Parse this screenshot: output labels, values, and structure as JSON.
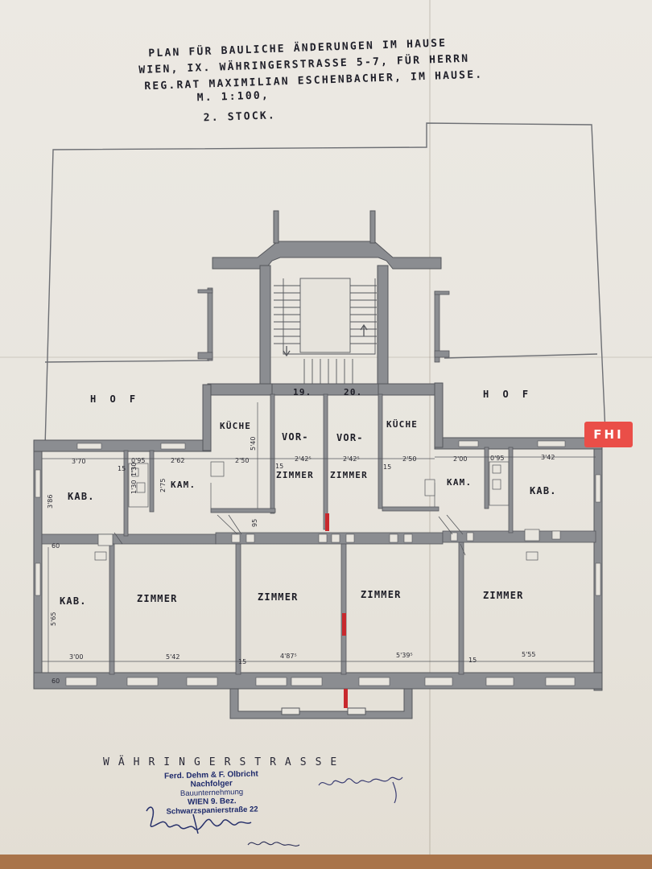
{
  "title": {
    "line1": "PLAN FÜR BAULICHE ÄNDERUNGEN IM HAUSE",
    "line2": "WIEN, IX. WÄHRINGERSTRASSE 5-7, FÜR HERRN",
    "line3": "REG.RAT MAXIMILIAN ESCHENBACHER, IM HAUSE.",
    "line4": "M. 1:100,",
    "line5": "2. STOCK."
  },
  "courtyard_labels": {
    "left": "H O F",
    "right": "H O F"
  },
  "apartment_numbers": {
    "left": "19.",
    "right": "20."
  },
  "rooms": {
    "kuche_left": "KÜCHE",
    "vorzimmer_left_a": "VOR-",
    "vorzimmer_left_b": "ZIMMER",
    "vorzimmer_right_a": "VOR-",
    "vorzimmer_right_b": "ZIMMER",
    "kuche_right": "KÜCHE",
    "kab_top_left": "KAB.",
    "kam_left": "KAM.",
    "kam_right": "KAM.",
    "kab_top_right": "KAB.",
    "kab_bottom_left": "KAB.",
    "zimmer_1": "ZIMMER",
    "zimmer_2": "ZIMMER",
    "zimmer_3": "ZIMMER",
    "zimmer_4": "ZIMMER"
  },
  "dimensions": {
    "d1": "3'70",
    "d2": "0'95",
    "d3": "2'62",
    "d4": "2'50",
    "d5": "2'42⁵",
    "d6": "2'42⁵",
    "d7": "2'50",
    "d8": "2'00",
    "d9": "0'95",
    "d10": "3'42",
    "d11": "3'00",
    "d12": "5'42",
    "d13": "4'87⁵",
    "d14": "5'39⁵",
    "d15": "5'55",
    "v1": "3'86",
    "v2": "5'65",
    "v3": "5'40",
    "v4": "2'75",
    "v5": "1'30",
    "v6": "1'30",
    "w15": "15",
    "w60": "60",
    "w95": "95"
  },
  "street_name": "WÄHRINGERSTRASSE",
  "stamp": {
    "line1": "Ferd. Dehm & F. Olbricht Nachfolger",
    "line2": "Bauunternehmung",
    "line3": "WIEN 9. Bez.",
    "line4": "Schwarzspanierstraße 22"
  },
  "badge": {
    "label": "FHI"
  },
  "colors": {
    "paper": "#ece9e3",
    "wall": "#8b8d91",
    "ink": "#1d1d26",
    "stamp_ink": "#1e2a6b",
    "badge": "#ea4e48",
    "backdrop": "#a9744a",
    "door_red": "#c8282d"
  }
}
